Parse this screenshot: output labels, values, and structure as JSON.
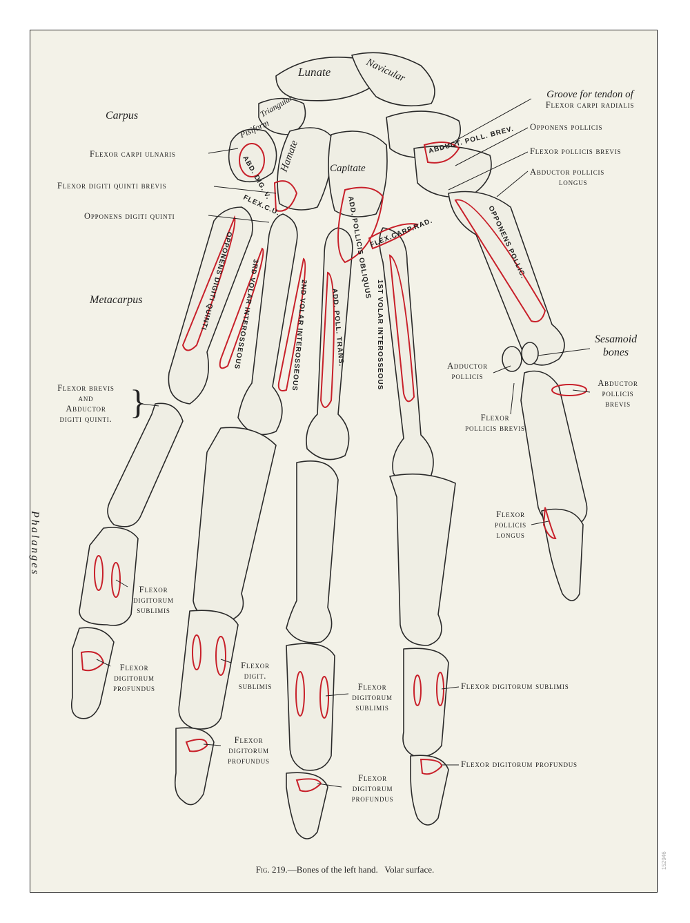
{
  "figure": {
    "caption_prefix": "Fig. 219.",
    "caption": "—Bones of the left hand.   Volar surface.",
    "stamp": "152946"
  },
  "regions": {
    "carpus": "Carpus",
    "metacarpus": "Metacarpus",
    "phalanges": "Phalanges"
  },
  "bones": {
    "lunate": "Lunate",
    "navicular": "Navicular",
    "triangular": "Triangular",
    "pisiform": "Pisiform",
    "hamate": "Hamate",
    "capitate": "Capitate",
    "sesamoid": [
      "Sesamoid",
      "bones"
    ]
  },
  "muscles_on_bone": {
    "abd_dig": "ABD. DIG. V.",
    "flex_c_u": "FLEX.C.U.",
    "abduct_poll_brev": "ABDUCT. POLL. BREV.",
    "add_pollicis_obliquus": "ADD. POLLICIS OBLIQUUS",
    "flex_carp_rad": "FLEX.CARP.RAD.",
    "opponens_digiti_quinti": "OPPONENS DIGITI QUINTI",
    "third_volar": "3RD VOLAR INTEROSSEOUS",
    "second_volar": "2ND VOLAR INTEROSSEOUS",
    "add_poll_trans": "ADD. POLL. TRANS.",
    "first_volar": "1ST VOLAR INTEROSSEOUS",
    "opponens_pollic": "OPPONENS POLLIC."
  },
  "labels": {
    "flexor_carpi_ulnaris": "Flexor carpi ulnaris",
    "flexor_digiti_quinti_brevis": "Flexor digiti quinti brevis",
    "opponens_digiti_quinti": "Opponens digiti quinti",
    "flexor_brevis_abductor": [
      "Flexor brevis",
      "and",
      "Abductor",
      "digiti quinti."
    ],
    "groove_tendon": [
      "Groove for tendon of",
      "Flexor carpi radialis"
    ],
    "opponens_pollicis": "Opponens pollicis",
    "flexor_pollicis_brevis_top": "Flexor pollicis brevis",
    "abductor_pollicis_longus": [
      "Abductor pollicis",
      "longus"
    ],
    "adductor_pollicis": [
      "Adductor",
      "pollicis"
    ],
    "abductor_pollicis_brevis": [
      "Abductor",
      "pollicis",
      "brevis"
    ],
    "flexor_pollicis_brevis": [
      "Flexor",
      "pollicis brevis"
    ],
    "flexor_pollicis_longus": [
      "Flexor",
      "pollicis",
      "longus"
    ],
    "fds_little": [
      "Flexor",
      "digitorum",
      "sublimis"
    ],
    "fdp_little": [
      "Flexor",
      "digitorum",
      "profundus"
    ],
    "fds_ring": [
      "Flexor",
      "digit.",
      "sublimis"
    ],
    "fdp_ring": [
      "Flexor",
      "digitorum",
      "profundus"
    ],
    "fds_middle": [
      "Flexor",
      "digitorum",
      "sublimis"
    ],
    "fdp_middle": [
      "Flexor",
      "digitorum",
      "profundus"
    ],
    "fds_index": "Flexor digitorum sublimis",
    "fdp_index": "Flexor digitorum profundus"
  },
  "colors": {
    "bone_fill": "#efeee4",
    "bone_stroke": "#2a2a2a",
    "attachment_red": "#c8202a",
    "attachment_dots": "#222222",
    "plate_bg": "#f3f2e8"
  }
}
